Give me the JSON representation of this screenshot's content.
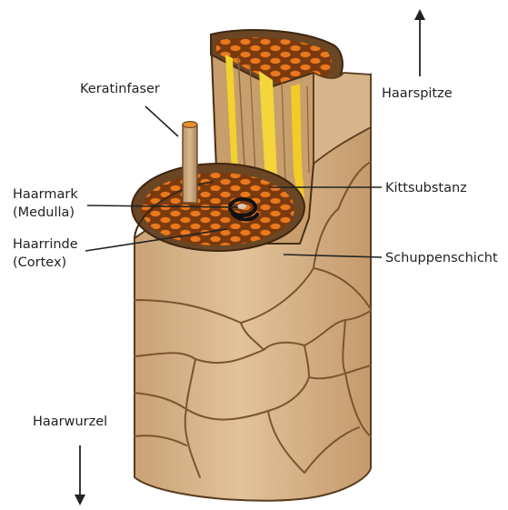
{
  "labels": {
    "keratin": "Keratinfaser",
    "medulla_line1": "Haarmark",
    "medulla_line2": "(Medulla)",
    "cortex_line1": "Haarrinde",
    "cortex_line2": "(Cortex)",
    "tip": "Haarspitze",
    "kitt": "Kittsubstanz",
    "cuticle": "Schuppenschicht",
    "root": "Haarwurzel"
  }
}
